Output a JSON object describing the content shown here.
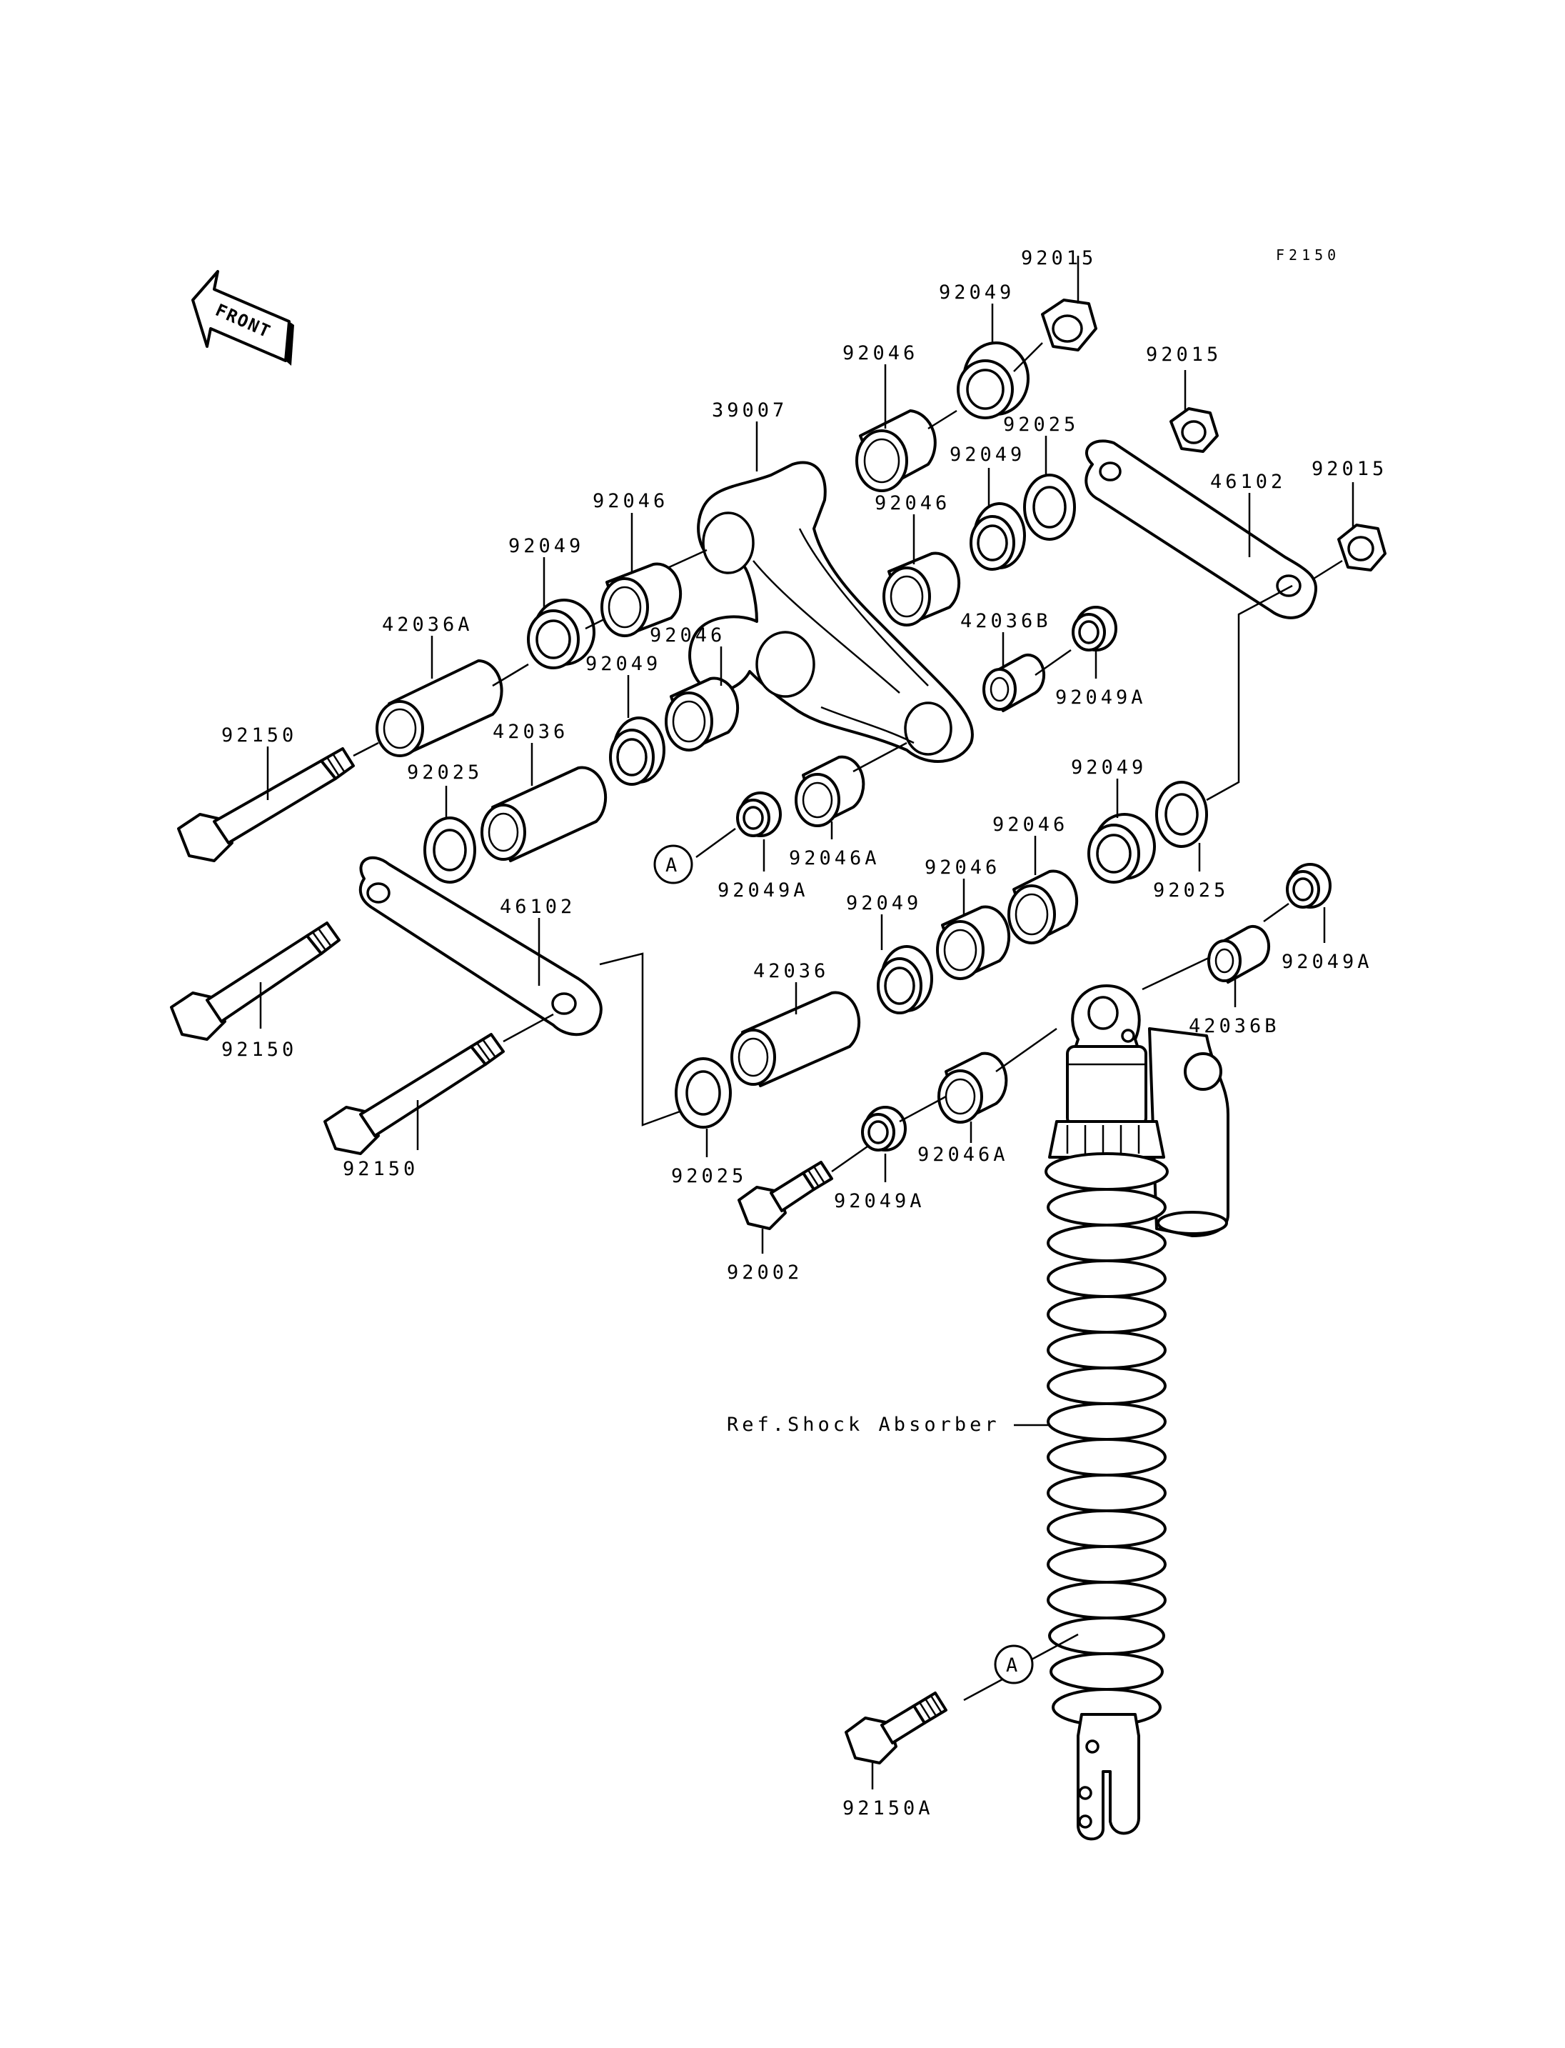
{
  "figure_id": "F2150",
  "front_label": "FRONT",
  "ref_label": "Ref.Shock Absorber",
  "circle_ref": "A",
  "labels": {
    "l92015_top": "92015",
    "l92049_top": "92049",
    "l92046_top": "92046",
    "l39007": "39007",
    "l92015_mid": "92015",
    "l92025_top": "92025",
    "l92049_mid": "92049",
    "l46102_right": "46102",
    "l92015_right": "92015",
    "l92046_up": "92046",
    "l92049_left": "92049",
    "l92046_mid2": "92046",
    "l42036A": "42036A",
    "l42036B_top": "42036B",
    "l92046_c": "92046",
    "l92049_c": "92049",
    "l92049A_top": "92049A",
    "l92150_top": "92150",
    "l42036_upper": "42036",
    "l92025_left": "92025",
    "l92049_right": "92049",
    "l92046A_top": "92046A",
    "l92049A_mid": "92049A",
    "l92046_lr": "92046",
    "l92025_right": "92025",
    "l92046_lc": "92046",
    "l46102_left": "46102",
    "l92049_lower": "92049",
    "l92049A_right": "92049A",
    "l42036_lower": "42036",
    "l42036B_low": "42036B",
    "l92150_mid": "92150",
    "l92150_low": "92150",
    "l92025_low": "92025",
    "l92046A_low": "92046A",
    "l92049A_low": "92049A",
    "l92002": "92002",
    "l92150A": "92150A"
  }
}
